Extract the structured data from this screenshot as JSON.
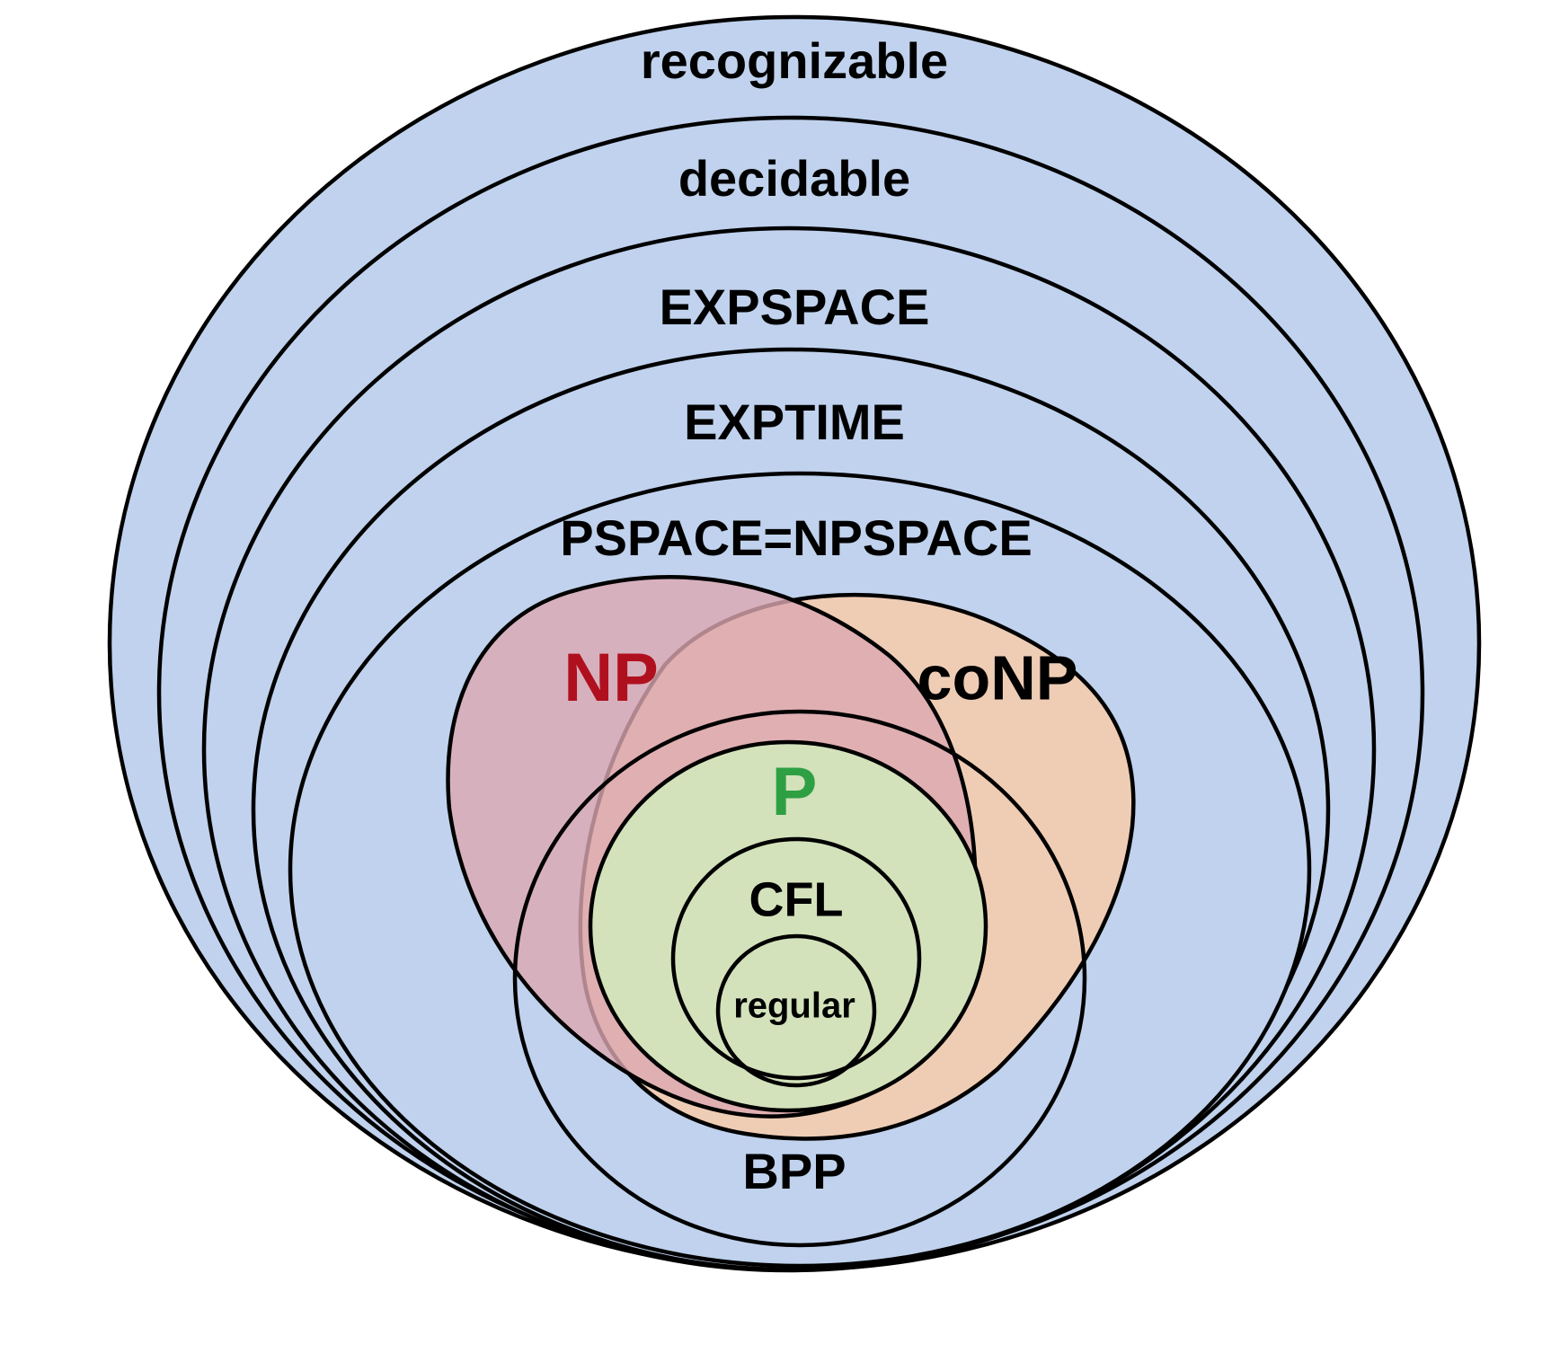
{
  "diagram": {
    "colors": {
      "outer_fill": "#c0d2ed",
      "np_fill": "#dca8b1",
      "conp_fill": "#f7ccaa",
      "p_fill": "#d3e2bb",
      "np_label": "#b0101e",
      "p_label": "#2ea043",
      "text": "#000000",
      "outline": "#000000"
    },
    "labels": {
      "recognizable": "recognizable",
      "decidable": "decidable",
      "expspace": "EXPSPACE",
      "exptime": "EXPTIME",
      "pspace": "PSPACE=NPSPACE",
      "np": "NP",
      "conp": "coNP",
      "p": "P",
      "cfl": "CFL",
      "regular": "regular",
      "bpp": "BPP"
    }
  }
}
